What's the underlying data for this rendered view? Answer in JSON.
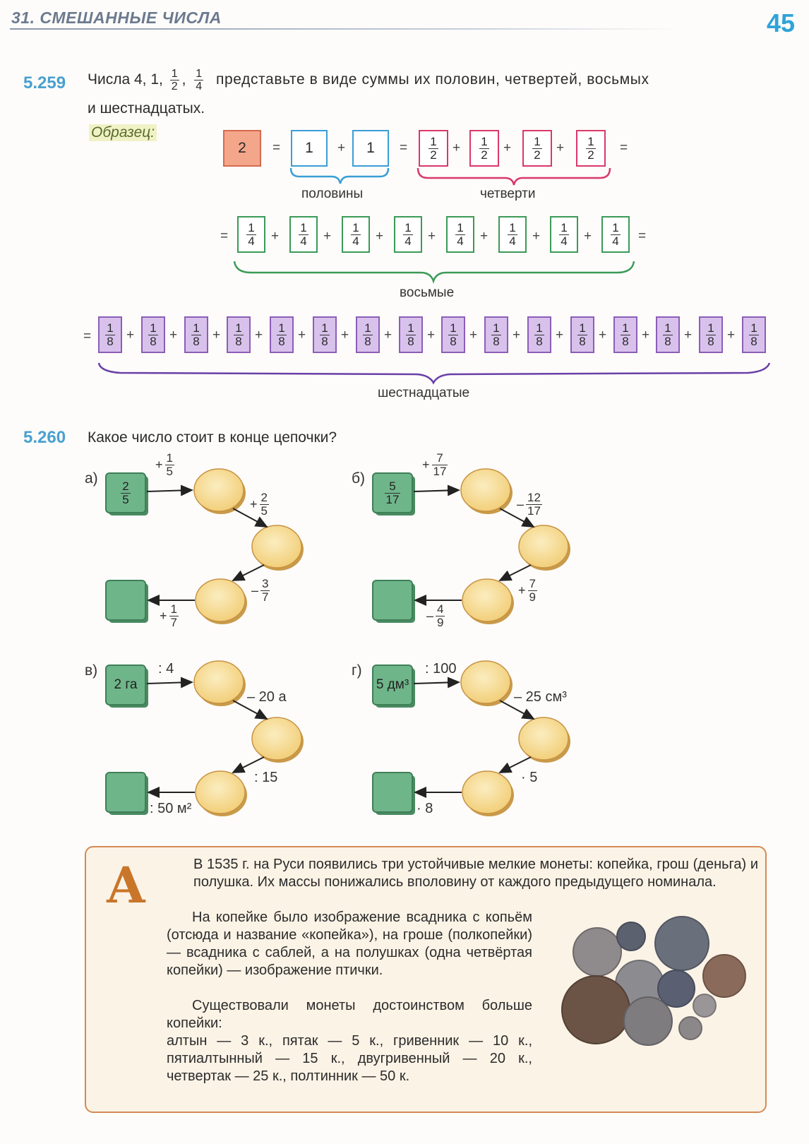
{
  "header": {
    "chapter": "31. СМЕШАННЫЕ ЧИСЛА",
    "page": "45"
  },
  "ex259": {
    "number": "5.259",
    "text_a": "Числа 4, 1,",
    "frac1": {
      "n": "1",
      "d": "2"
    },
    "frac2": {
      "n": "1",
      "d": "4"
    },
    "text_b": "представьте в виде суммы их половин, четвертей, восьмых",
    "text_c": "и шестнадцатых.",
    "sample_label": "Образец:",
    "start_value": "2",
    "one": "1",
    "plus": "+",
    "equals": "=",
    "half": {
      "n": "1",
      "d": "2"
    },
    "quarter": {
      "n": "1",
      "d": "4"
    },
    "eighth": {
      "n": "1",
      "d": "8"
    },
    "labels": {
      "halves": "половины",
      "quarters": "четверти",
      "eighths": "восьмые",
      "sixteenths": "шестнадцатые"
    }
  },
  "ex260": {
    "number": "5.260",
    "question": "Какое число стоит в конце цепочки?",
    "a": {
      "letter": "а)",
      "start": {
        "n": "2",
        "d": "5"
      },
      "op1": {
        "sign": "+",
        "n": "1",
        "d": "5"
      },
      "op2": {
        "sign": "+",
        "n": "2",
        "d": "5"
      },
      "op3": {
        "sign": "–",
        "n": "3",
        "d": "7"
      },
      "op4": {
        "sign": "+",
        "n": "1",
        "d": "7"
      }
    },
    "b": {
      "letter": "б)",
      "start": {
        "n": "5",
        "d": "17"
      },
      "op1": {
        "sign": "+",
        "n": "7",
        "d": "17"
      },
      "op2": {
        "sign": "–",
        "n": "12",
        "d": "17"
      },
      "op3": {
        "sign": "+",
        "n": "7",
        "d": "9"
      },
      "op4": {
        "sign": "–",
        "n": "4",
        "d": "9"
      }
    },
    "v": {
      "letter": "в)",
      "start": "2 га",
      "op1": ": 4",
      "op2": "– 20 а",
      "op3": ": 15",
      "op4": ": 50 м²"
    },
    "g": {
      "letter": "г)",
      "start": "5 дм³",
      "op1": ": 100",
      "op2": "– 25 см³",
      "op3": "· 5",
      "op4": "· 8"
    }
  },
  "info": {
    "initial_letter": "А",
    "p1": "В 1535 г. на Руси появились три устойчивые мелкие монеты: копейка, грош (деньга) и полушка. Их массы понижались вполовину от каждого предыдущего номинала.",
    "p2": "На копейке было изображение всадника с копьём (отсюда и название «копейка»), на гроше (полкопейки) — всадника с саблей, а на полушках (одна четвёртая копейки) — изображение птички.",
    "p3": "Существовали монеты достоинством больше копейки:",
    "p4": "алтын — 3 к., пятак — 5 к., гривенник — 10 к., пятиалтынный — 15 к., двугривенный — 20 к., четвертак — 25 к., полтинник — 50 к."
  },
  "colors": {
    "accent_blue": "#2fa3d8",
    "chain_box": "#6fb58a",
    "chain_oval": "#f7dc96",
    "info_border": "#d48a55"
  }
}
